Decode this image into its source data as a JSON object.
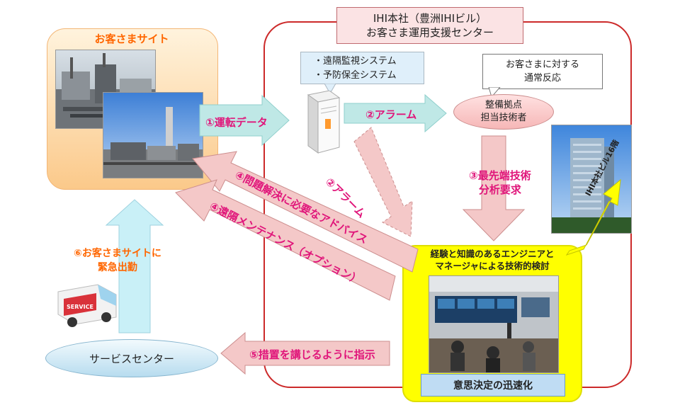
{
  "hq": {
    "title_line1": "IHI本社（豊洲IHIビル）",
    "title_line2": "お客さま運用支援センター"
  },
  "customer_site": {
    "title": "お客さまサイト"
  },
  "systems": {
    "item1": "・遠隔監視システム",
    "item2": "・予防保全システム"
  },
  "response": {
    "line1": "お客さまに対する",
    "line2": "通常反応"
  },
  "maintenance_base": {
    "line1": "整備拠点",
    "line2": "担当技術者"
  },
  "engineers": {
    "title_line1": "経験と知識のあるエンジニアと",
    "title_line2": "マネージャによる技術的検討",
    "decision": "意思決定の迅速化"
  },
  "building": {
    "label": "IHI本社ビル16階"
  },
  "service_center": {
    "label": "サービスセンター"
  },
  "van": {
    "label": "SERVICE"
  },
  "flows": {
    "operation_data": "①運転データ",
    "alarm_right": "②アラーム",
    "alarm_diag": "②アラーム",
    "analysis_line1": "③最先端技術",
    "analysis_line2": "分析要求",
    "advice": "④問題解決に必要なアドバイス",
    "remote": "④遠隔メンテナンス（オプション）",
    "instruct": "⑤措置を講じるように指示",
    "dispatch_line1": "⑥お客さまサイトに",
    "dispatch_line2": "緊急出勤"
  },
  "colors": {
    "frame_red": "#cc2a2a",
    "teal_arrow": "#bfe8e6",
    "pink_arrow": "#f4c8c8",
    "pink_text": "#e0157a",
    "orange_text": "#ff6600",
    "light_blue_arrow": "#c9f0f7",
    "yellow": "#ffff00"
  }
}
